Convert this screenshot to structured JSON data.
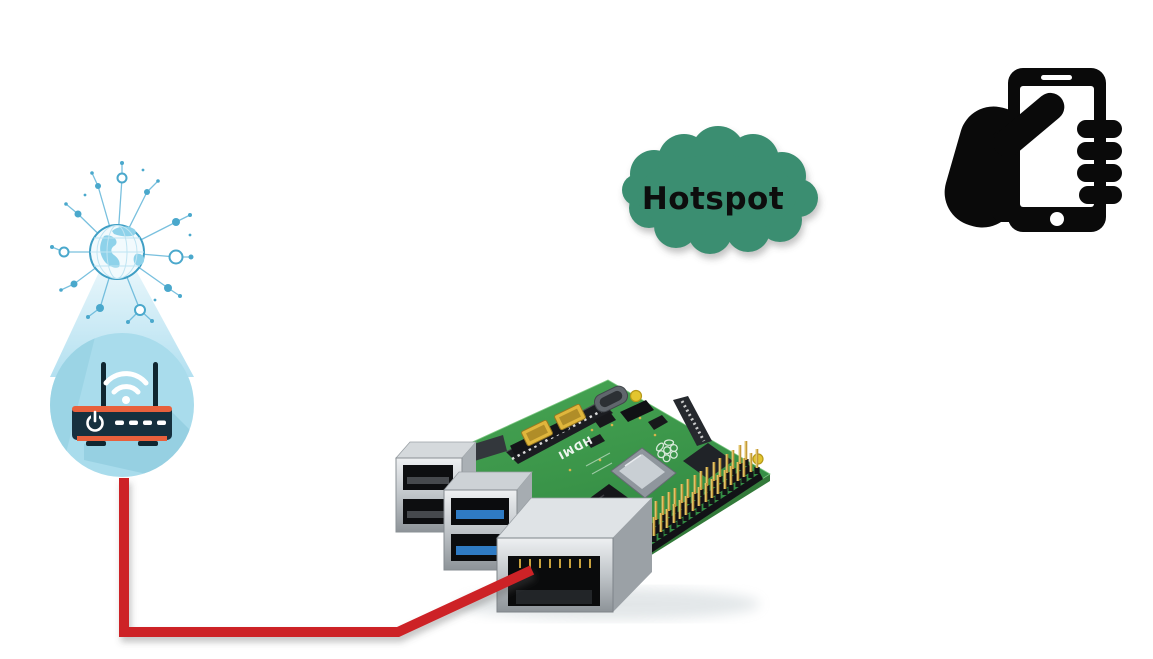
{
  "diagram": {
    "hotspot_label": "Hotspot",
    "pi_hdmi_text": "HDMI",
    "colors": {
      "connection_green": "#3b8e71",
      "connection_red": "#cd2127",
      "router_circle_blue": "#a9dcec",
      "router_body_navy": "#16303e",
      "router_accent_orange": "#e8603c",
      "internet_node_blue": "#4aa8cc",
      "pi_board_green": "#3f9b49",
      "phone_black": "#0a0a0a",
      "background": "#ffffff"
    },
    "elements": [
      {
        "id": "internet-globe",
        "kind": "network-globe-icon"
      },
      {
        "id": "wifi-router",
        "kind": "router-icon"
      },
      {
        "id": "raspberry-pi-board",
        "kind": "single-board-computer"
      },
      {
        "id": "hotspot-cloud",
        "kind": "cloud-shape",
        "label": "Hotspot"
      },
      {
        "id": "hand-holding-phone",
        "kind": "smartphone-in-hand-icon"
      }
    ],
    "connections": [
      {
        "from": "wifi-router",
        "to": "raspberry-pi-board",
        "color": "#cd2127",
        "shape": "elbow"
      },
      {
        "from": "hotspot-cloud",
        "to": "raspberry-pi-board",
        "color": "#3b8e71",
        "shape": "straight-vertical"
      },
      {
        "from": "hotspot-cloud",
        "to": "hand-holding-phone",
        "color": "#3b8e71",
        "shape": "straight-horizontal"
      }
    ]
  }
}
